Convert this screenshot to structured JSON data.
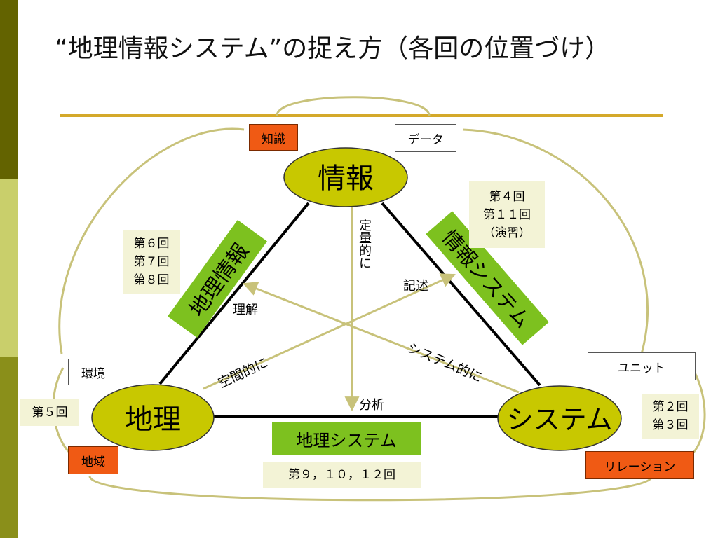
{
  "title": "“地理情報システム”の捉え方（各回の位置づけ）",
  "nodes": {
    "top": "情報",
    "left": "地理",
    "right": "システム"
  },
  "edges": {
    "left": "地理情報",
    "right": "情報システム",
    "bottom": "地理システム"
  },
  "arrows": {
    "vertical": "定量的に",
    "to_left_edge": "理解",
    "to_right_edge": "記述",
    "to_bottom": "分析",
    "left_diag": "空間的に",
    "right_diag": "システム的に"
  },
  "tags": {
    "knowledge": "知識",
    "data": "データ",
    "environment": "環境",
    "region": "地域",
    "unit": "ユニット",
    "relation": "リレーション"
  },
  "sessions": {
    "info_system": [
      "第４回",
      "第１１回",
      "（演習）"
    ],
    "geo_info": [
      "第６回",
      "第７回",
      "第８回"
    ],
    "geo": [
      "第５回"
    ],
    "system": [
      "第２回",
      "第３回"
    ],
    "geo_system": "第９，１０，１２回"
  },
  "colors": {
    "sidebar_dark": "#636300",
    "sidebar_light": "#c9cf6b",
    "gold_line": "#d4a92a",
    "oval_fill": "#c8c800",
    "green_label": "#7dc11f",
    "orange_tag": "#f05a14",
    "cream_box": "#f3f3d6",
    "arrow_color": "#c8c27a"
  }
}
